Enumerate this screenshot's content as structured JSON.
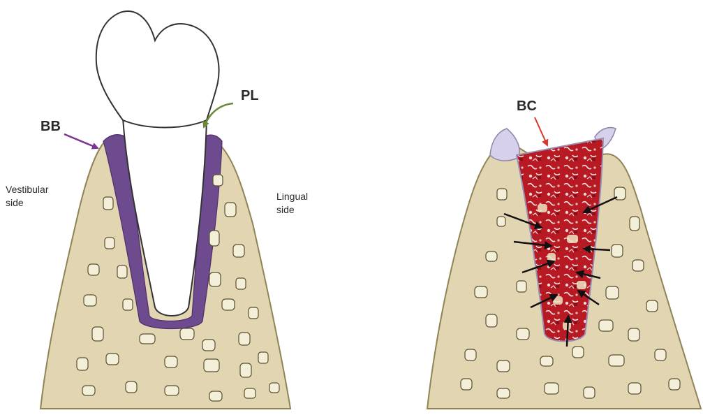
{
  "labels": {
    "bb": "BB",
    "pl": "PL",
    "bc": "BC",
    "vestibular_line1": "Vestibular",
    "vestibular_line2": "side",
    "lingual_line1": "Lingual",
    "lingual_line2": "side"
  },
  "colors": {
    "bone": "#e2d5b2",
    "bone_outline": "#8f8455",
    "trabeculae": "#f4efd9",
    "tooth": "#ffffff",
    "tooth_outline": "#333333",
    "bundle_bone": "#6e4a8e",
    "bb_arrow": "#7a3590",
    "pl_arrow": "#6b8b3a",
    "bc_arrow": "#d63a2a",
    "graft_red": "#b81a24",
    "soft_tissue": "#d7d0ea"
  }
}
